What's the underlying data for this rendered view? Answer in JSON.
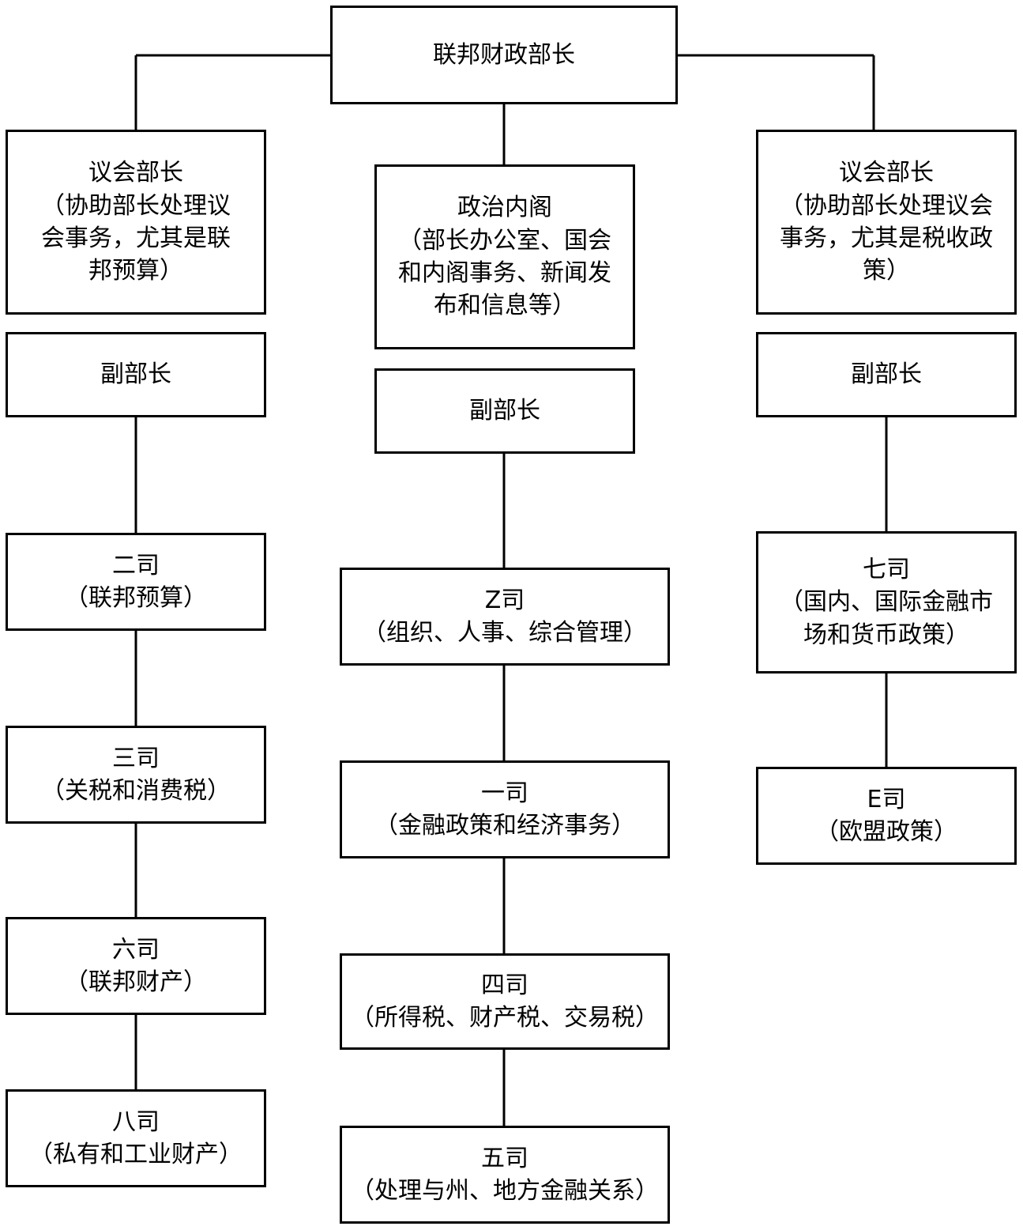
{
  "nodes": {
    "minister": {
      "title": "联邦财政部长",
      "sub": ""
    },
    "left_parl": {
      "title": "议会部长",
      "sub": "（协助部长处理议会事务，尤其是联邦预算）"
    },
    "cabinet": {
      "title": "政治内阁",
      "sub": "（部长办公室、国会和内阁事务、新闻发布和信息等）"
    },
    "right_parl": {
      "title": "议会部长",
      "sub": "（协助部长处理议会事务，尤其是税收政策）"
    },
    "left_deputy": {
      "title": "副部长",
      "sub": ""
    },
    "mid_deputy": {
      "title": "副部长",
      "sub": ""
    },
    "right_deputy": {
      "title": "副部长",
      "sub": ""
    },
    "div2": {
      "title": "二司",
      "sub": "（联邦预算）"
    },
    "div3": {
      "title": "三司",
      "sub": "（关税和消费税）"
    },
    "div6": {
      "title": "六司",
      "sub": "（联邦财产）"
    },
    "div8": {
      "title": "八司",
      "sub": "（私有和工业财产）"
    },
    "divZ": {
      "title": "Z司",
      "sub": "（组织、人事、综合管理）"
    },
    "div1": {
      "title": "一司",
      "sub": "（金融政策和经济事务）"
    },
    "div4": {
      "title": "四司",
      "sub": "（所得税、财产税、交易税）"
    },
    "div5": {
      "title": "五司",
      "sub": "（处理与州、地方金融关系）"
    },
    "div7": {
      "title": "七司",
      "sub": "（国内、国际金融市场和货币政策）"
    },
    "divE": {
      "title": "E司",
      "sub": "（欧盟政策）"
    }
  }
}
